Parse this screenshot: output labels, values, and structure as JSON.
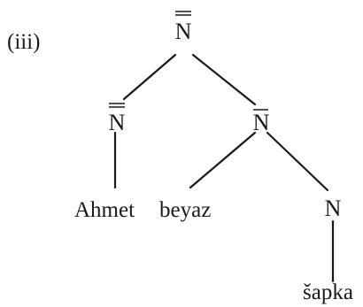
{
  "example_label": "(iii)",
  "tree": {
    "root": {
      "category": "N",
      "bars": 2
    },
    "left_np": {
      "category": "N",
      "bars": 2
    },
    "right_nbar": {
      "category": "N",
      "bars": 1
    },
    "inner_n": {
      "category": "N",
      "bars": 0
    },
    "words": {
      "ahmet": "Ahmet",
      "beyaz": "beyaz",
      "sapka": "šapka"
    }
  }
}
